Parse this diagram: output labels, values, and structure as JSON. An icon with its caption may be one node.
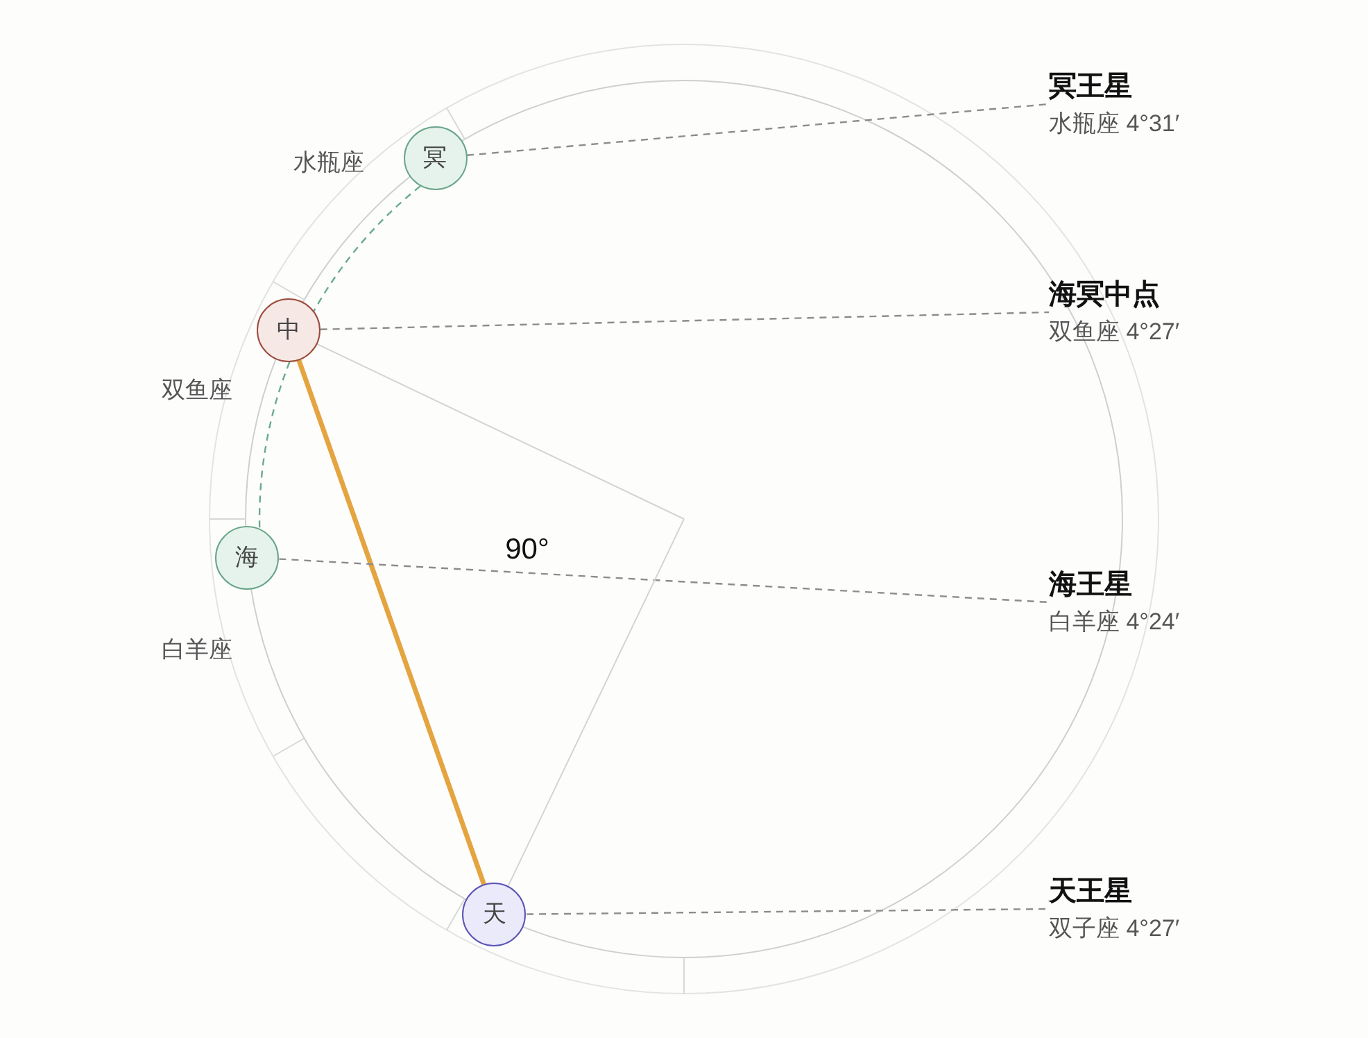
{
  "diagram": {
    "nodes": [
      {
        "text": [
          "冥"
        ]
      },
      {
        "text": [
          "中"
        ]
      },
      {
        "text": [
          "海"
        ]
      },
      {
        "text": [
          "天"
        ]
      },
      {
        "text": [
          "冥王星",
          "水瓶座 4°31′"
        ]
      },
      {
        "text": [
          "海冥中点",
          "双鱼座 4°27′"
        ]
      },
      {
        "text": [
          "海王星",
          "白羊座 4°24′"
        ]
      },
      {
        "text": [
          "天王星",
          "双子座 4°27′"
        ]
      }
    ],
    "edges": [
      {
        "from": 0,
        "to": 1,
        "arrow": "none",
        "style": "dashed",
        "color": "#6aab8e"
      },
      {
        "from": 1,
        "to": 2,
        "arrow": "none",
        "style": "dashed",
        "color": "#6aab8e"
      },
      {
        "from": 1,
        "to": 3,
        "arrow": "none",
        "style": "thick",
        "color": "#e4a440"
      },
      {
        "from": 0,
        "to": 4,
        "arrow": "none",
        "style": "dashed"
      },
      {
        "from": 1,
        "to": 5,
        "arrow": "none",
        "style": "dashed"
      },
      {
        "from": 2,
        "to": 6,
        "arrow": "none",
        "style": "dashed"
      },
      {
        "from": 3,
        "to": 7,
        "arrow": "none",
        "style": "dashed"
      },
      {
        "from": null,
        "to": 1,
        "arrow": "none",
        "color": "#d4d4d4"
      },
      {
        "from": null,
        "to": 3,
        "arrow": "none",
        "color": "#d4d4d4"
      }
    ],
    "labels": [
      "水瓶座",
      "双鱼座",
      "90°",
      "白羊座"
    ]
  }
}
